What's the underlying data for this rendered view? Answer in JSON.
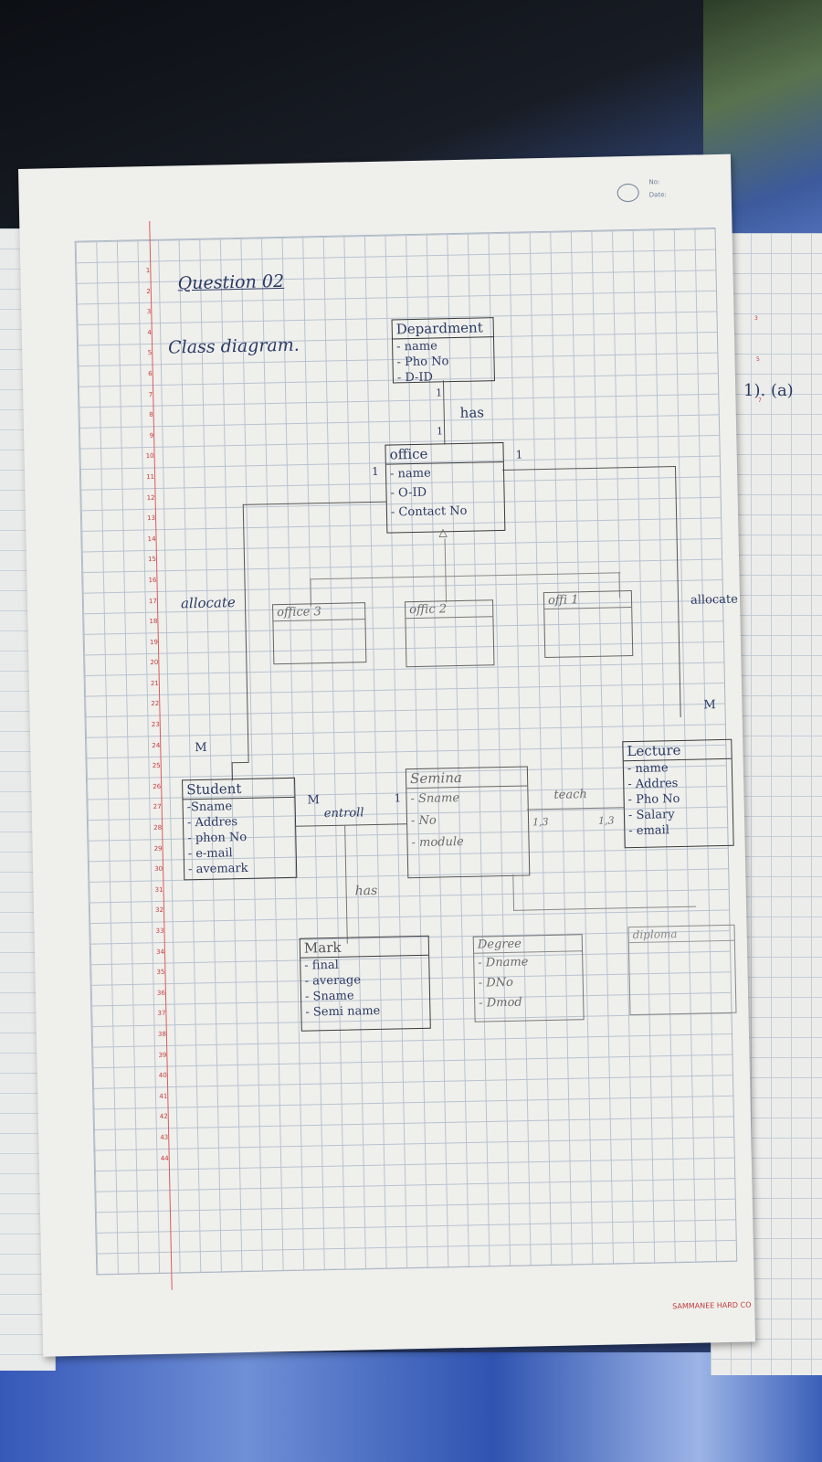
{
  "page": {
    "header_no": "No:",
    "header_date": "Date:",
    "brand": "SAMMANEE HARD CO",
    "line_numbers": [
      "1",
      "2",
      "3",
      "4",
      "5",
      "6",
      "7",
      "8",
      "9",
      "10",
      "11",
      "12",
      "13",
      "14",
      "15",
      "16",
      "17",
      "18",
      "19",
      "20",
      "21",
      "22",
      "23",
      "24",
      "25",
      "26",
      "27",
      "28",
      "29",
      "30",
      "31",
      "32",
      "33",
      "34",
      "35",
      "36",
      "37",
      "38",
      "39",
      "40",
      "41",
      "42",
      "43",
      "44"
    ]
  },
  "heading": {
    "question": "Question 02",
    "subtitle": "Class diagram."
  },
  "classes": {
    "department": {
      "name": "Depardment",
      "attrs": [
        "- name",
        "- Pho No",
        "- D-ID"
      ]
    },
    "office": {
      "name": "office",
      "attrs": [
        "- name",
        "- O-ID",
        "- Contact No"
      ]
    },
    "office3": {
      "name": "office 3"
    },
    "office2": {
      "name": "offic 2"
    },
    "office1": {
      "name": "offi 1"
    },
    "student": {
      "name": "Student",
      "attrs": [
        "-Sname",
        "- Addres",
        "- phon No",
        "- e-mail",
        "- avemark"
      ]
    },
    "seminar": {
      "name": "Semina",
      "attrs": [
        "- Sname",
        "- No",
        "- module"
      ]
    },
    "lecturer": {
      "name": "Lecture",
      "attrs": [
        "- name",
        "- Addres",
        "- Pho No",
        "- Salary",
        "- email"
      ]
    },
    "mark": {
      "name": "Mark",
      "attrs": [
        "- final",
        "- average",
        "- Sname",
        "- Semi name"
      ]
    },
    "degree": {
      "name": "Degree",
      "attrs": [
        "- Dname",
        "- DNo",
        "- Dmod"
      ]
    },
    "diploma": {
      "name": "diploma"
    }
  },
  "relations": {
    "has1": "has",
    "has2": "has",
    "allocate1": "allocate",
    "allocate2": "allocate",
    "enroll": "entroll",
    "teach": "teach",
    "dept_mult": "1",
    "office_mult": "1",
    "office_left_mult": "1",
    "office_right_mult": "1",
    "student_m": "M",
    "student_m2": "M",
    "seminar_1": "1",
    "lecturer_m": "M",
    "teach_left": "1,3",
    "teach_right": "1,3"
  },
  "right_page": {
    "label": "1). (a)"
  }
}
